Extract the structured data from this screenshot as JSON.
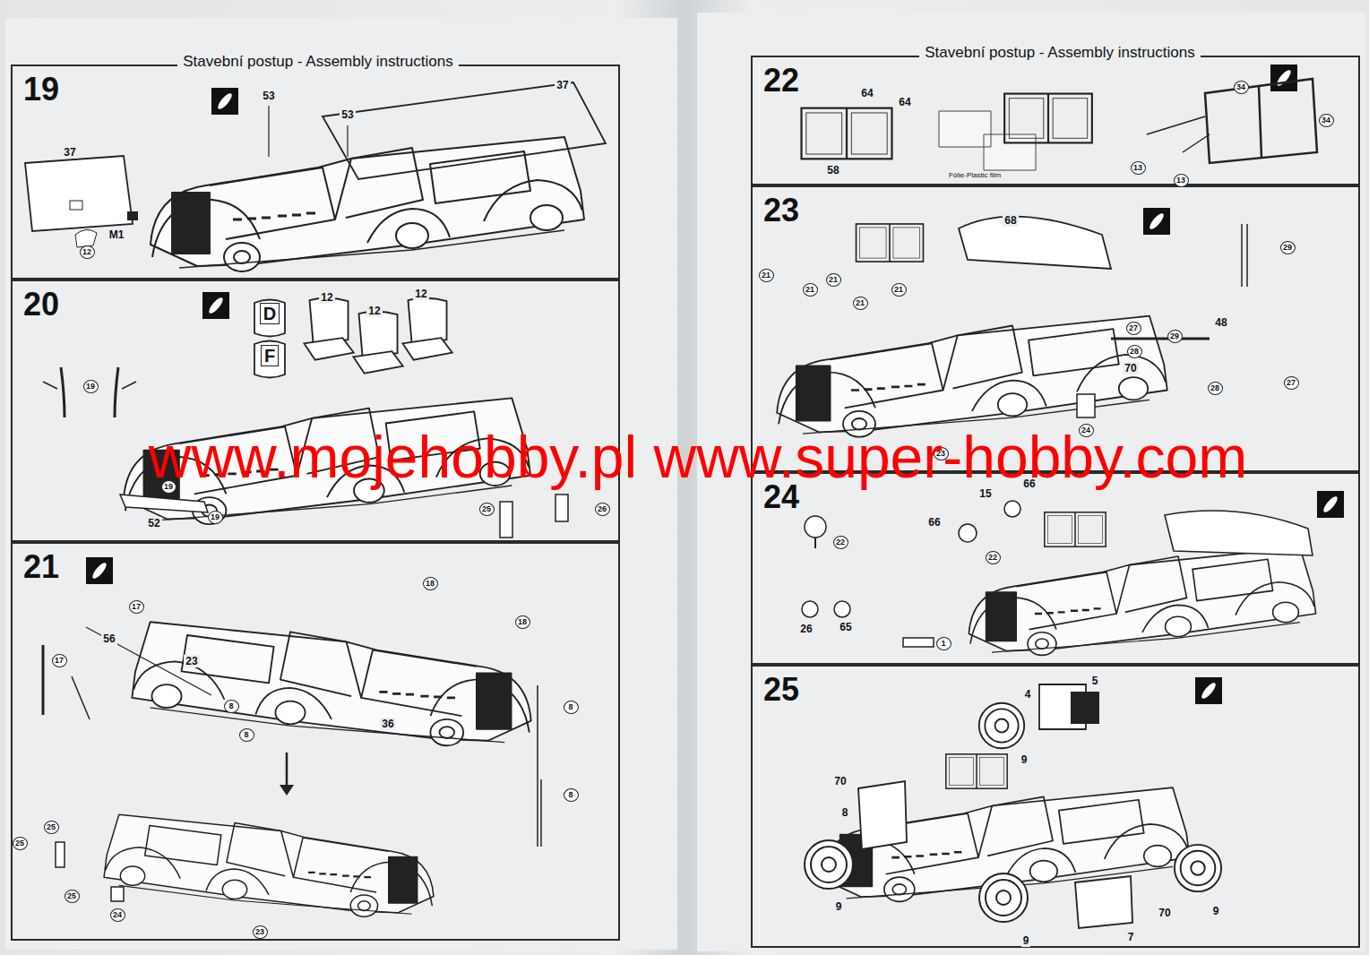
{
  "diagram": {
    "nodes": [
      {
        "text": [
          "19"
        ]
      },
      {
        "text": [
          "20"
        ]
      },
      {
        "text": [
          "21"
        ]
      },
      {
        "text": [
          "22"
        ]
      },
      {
        "text": [
          "23"
        ]
      },
      {
        "text": [
          "24"
        ]
      },
      {
        "text": [
          "25"
        ]
      }
    ],
    "labels": [
      "Stavební postup - Assembly instructions",
      "Stavební postup - Assembly instructions",
      "37",
      "53",
      "53",
      "37",
      "M1",
      "12",
      "12",
      "12",
      "12",
      "D",
      "F",
      "19",
      "19",
      "52",
      "19",
      "25",
      "26",
      "17",
      "56",
      "23",
      "17",
      "18",
      "18",
      "8",
      "8",
      "36",
      "8",
      "8",
      "25",
      "25",
      "25",
      "24",
      "23",
      "64",
      "64",
      "58",
      "Fólie-Plastic film",
      "34",
      "34",
      "13",
      "13",
      "68",
      "21",
      "21",
      "21",
      "21",
      "21",
      "29",
      "27",
      "28",
      "29",
      "48",
      "70",
      "24",
      "23",
      "28",
      "27",
      "15",
      "66",
      "66",
      "22",
      "22",
      "26",
      "65",
      "1",
      "4",
      "5",
      "9",
      "70",
      "8",
      "9",
      "9",
      "7",
      "70",
      "9",
      "www.mojehobby.pl www.super-hobby.com"
    ]
  }
}
